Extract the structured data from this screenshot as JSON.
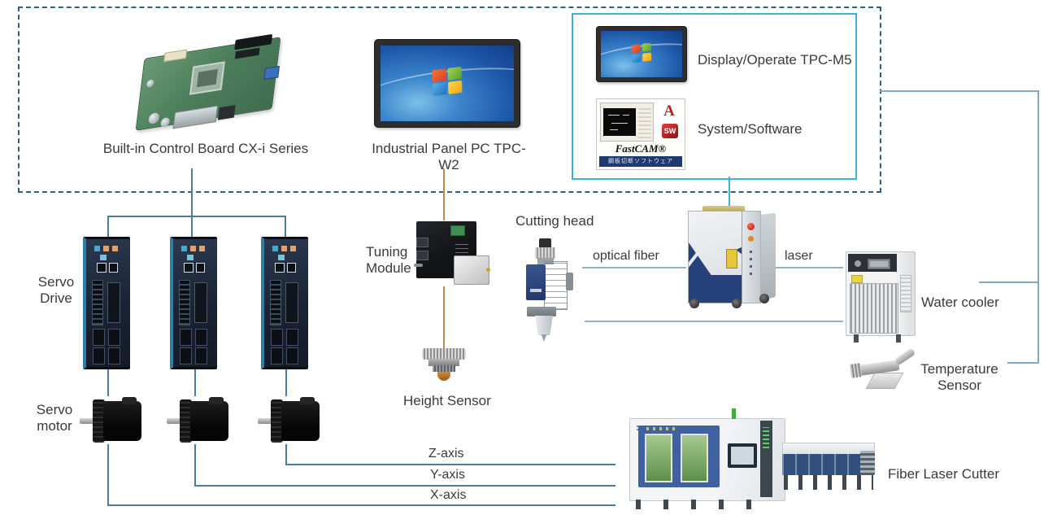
{
  "colors": {
    "dashed_border": "#2e5f80",
    "hmi_box_border": "#3eb0dc",
    "line_steel": "#4e7d9c",
    "line_light_blue": "#7fa9c4",
    "line_orange": "#bf8a50",
    "text": "#3a3a3a"
  },
  "top": {
    "control_board_label": "Built-in Control Board CX-i Series",
    "panel_pc_label": "Industrial Panel PC TPC-W2",
    "hmi": {
      "display_label": "Display/Operate TPC-M5",
      "software_label": "System/Software",
      "software_brand": "FastCAM®",
      "logo_autocad": "A",
      "logo_solidworks": "SW",
      "software_banner": "鋼板切断ソフトウェア"
    }
  },
  "middle": {
    "servo_drive": {
      "line1": "Servo",
      "line2": "Drive"
    },
    "tuning_module": {
      "line1": "Tuning",
      "line2": "Module"
    },
    "height_sensor_label": "Height Sensor",
    "cutting_head_label": "Cutting head",
    "optical_fiber_label": "optical fiber",
    "laser_label": "laser",
    "water_cooler_label": "Water cooler",
    "temperature_sensor": {
      "line1": "Temperature",
      "line2": "Sensor"
    }
  },
  "bottom": {
    "servo_motor": {
      "line1": "Servo",
      "line2": "motor"
    },
    "z_axis_label": "Z-axis",
    "y_axis_label": "Y-axis",
    "x_axis_label": "X-axis",
    "fiber_laser_cutter_label": "Fiber Laser Cutter"
  }
}
